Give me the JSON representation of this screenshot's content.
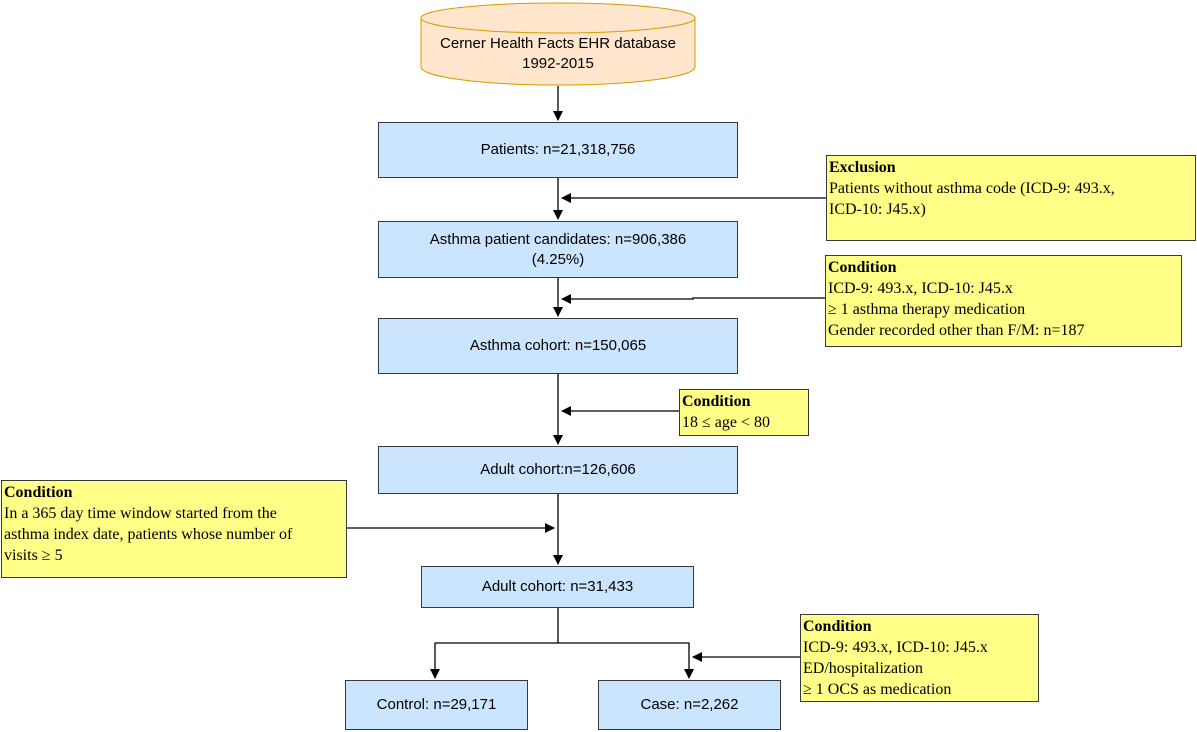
{
  "source": {
    "line1": "Cerner Health Facts EHR database",
    "line2": "1992-2015"
  },
  "steps": {
    "patients": "Patients: n=21,318,756",
    "candidates_line1": "Asthma patient candidates: n=906,386",
    "candidates_line2": "(4.25%)",
    "asthma_cohort": "Asthma cohort: n=150,065",
    "adult_cohort_1": "Adult cohort:n=126,606",
    "adult_cohort_2": "Adult cohort: n=31,433",
    "control": "Control: n=29,171",
    "case": "Case: n=2,262"
  },
  "notes": {
    "exclusion": {
      "heading": "Exclusion",
      "lines": [
        "Patients without asthma code (ICD-9: 493.x,",
        "ICD-10: J45.x)"
      ]
    },
    "condition_codes": {
      "heading": "Condition",
      "lines": [
        "ICD-9: 493.x, ICD-10: J45.x",
        "≥ 1 asthma therapy medication",
        "Gender recorded other than F/M: n=187"
      ]
    },
    "condition_age": {
      "heading": "Condition",
      "lines": [
        "18 ≤ age < 80"
      ]
    },
    "condition_visits": {
      "heading": "Condition",
      "lines": [
        "In a 365 day time window started from the",
        "asthma index date, patients whose number of",
        "visits ≥ 5"
      ]
    },
    "condition_case": {
      "heading": "Condition",
      "lines": [
        "ICD-9: 493.x, ICD-10: J45.x",
        "ED/hospitalization",
        "≥ 1 OCS as medication"
      ]
    }
  },
  "colors": {
    "process_fill": "#cce5ff",
    "note_fill": "#ffff88",
    "database_fill": "#ffe6cc",
    "database_stroke": "#d79b00",
    "stroke": "#000000"
  }
}
